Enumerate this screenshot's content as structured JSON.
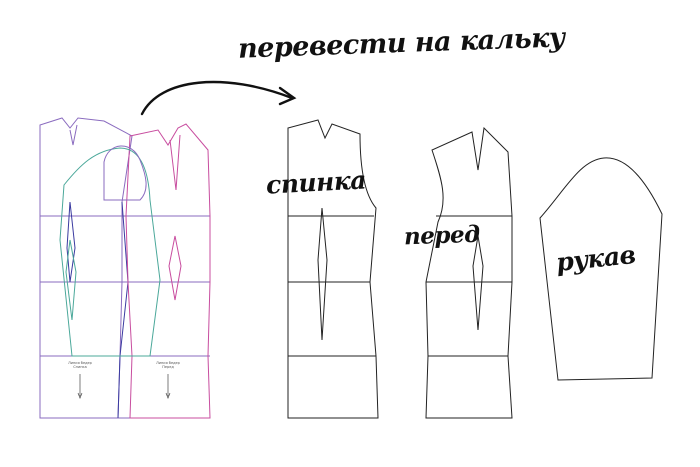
{
  "title": "перевести на кальку",
  "labels": {
    "back": "спинка",
    "front": "перед",
    "sleeve": "рукав"
  },
  "draft_notes": {
    "back_note": "Линия бедер\nСпинка",
    "front_note": "Линия бедер\nПеред"
  },
  "colors": {
    "back_outline": "#8a6bbf",
    "front_outline": "#c84d9f",
    "sleeve_outline": "#4ba89a",
    "center_line": "#3a3aa0",
    "piece_outline": "#222222",
    "grid_line": "#8a6bbf"
  }
}
